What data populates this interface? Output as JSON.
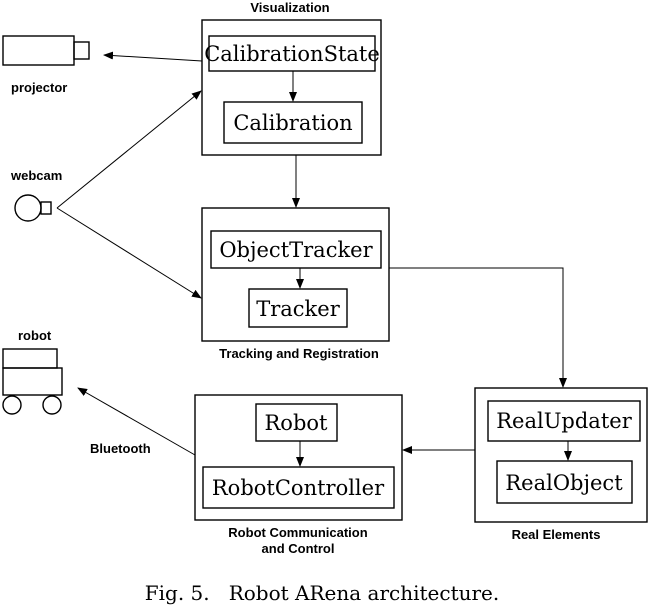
{
  "groups": {
    "visualization": {
      "title": "Visualization",
      "top_box": "CalibrationState",
      "bottom_box": "Calibration"
    },
    "tracking": {
      "title": "Tracking and Registration",
      "top_box": "ObjectTracker",
      "bottom_box": "Tracker"
    },
    "robot_comm": {
      "title_line1": "Robot Communication",
      "title_line2": "and Control",
      "top_box": "Robot",
      "bottom_box": "RobotController"
    },
    "real": {
      "title": "Real Elements",
      "top_box": "RealUpdater",
      "bottom_box": "RealObject"
    }
  },
  "devices": {
    "projector": "projector",
    "webcam": "webcam",
    "robot": "robot"
  },
  "edge_labels": {
    "bluetooth": "Bluetooth"
  },
  "caption": "Fig. 5.   Robot ARena architecture."
}
